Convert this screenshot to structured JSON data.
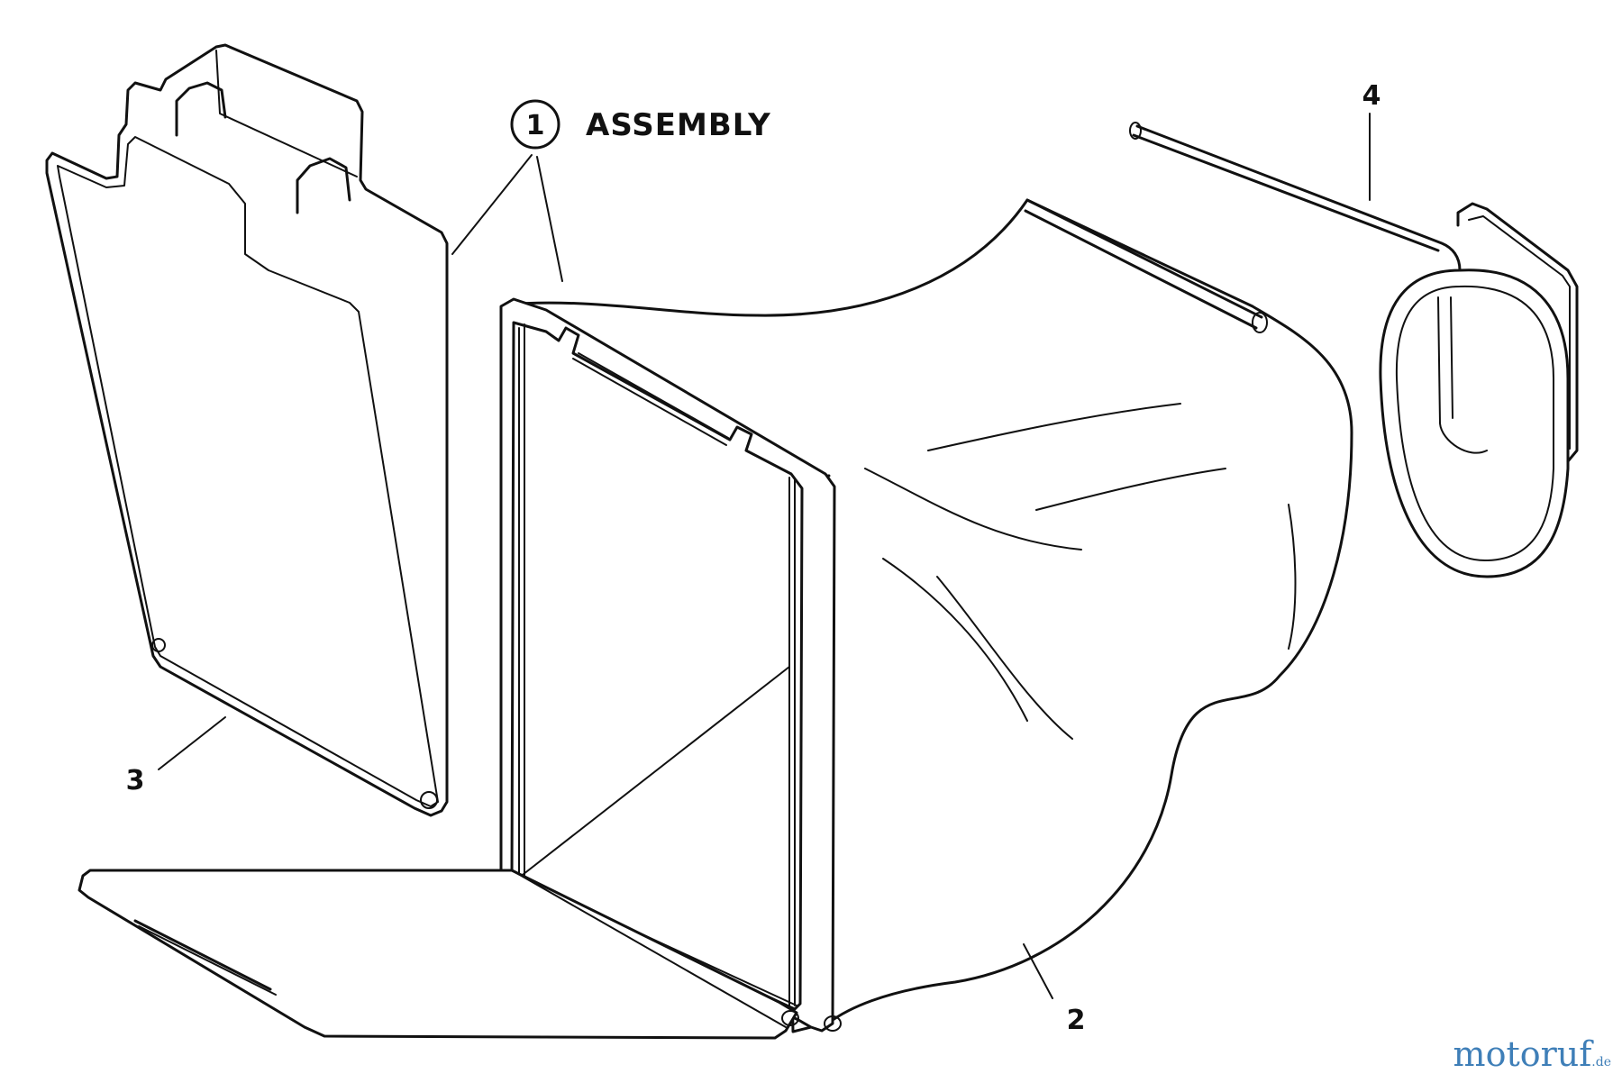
{
  "callouts": {
    "assembly": {
      "number": "1",
      "label": "ASSEMBLY"
    },
    "part_2": "2",
    "part_3": "3",
    "part_4": "4"
  },
  "watermark": {
    "main": "motoruf",
    "suffix": ".de"
  },
  "colors": {
    "line": "#111111",
    "background": "#ffffff",
    "watermark": "#3f7fb8"
  }
}
